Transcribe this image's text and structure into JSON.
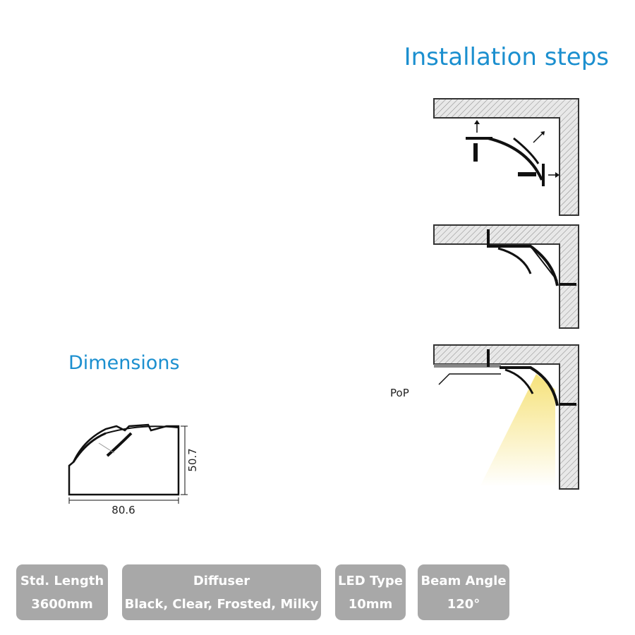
{
  "installation": {
    "title": "Installation steps",
    "pop_label": "PoP"
  },
  "dimensions": {
    "title": "Dimensions",
    "width": "80.6",
    "height": "50.7"
  },
  "specs": [
    {
      "label": "Std. Length",
      "value": "3600mm"
    },
    {
      "label": "Diffuser",
      "value": "Black, Clear, Frosted, Milky"
    },
    {
      "label": "LED Type",
      "value": "10mm"
    },
    {
      "label": "Beam Angle",
      "value": "120°"
    }
  ],
  "colors": {
    "accent": "#1b8fcf",
    "spec_bg": "#a8a8a8",
    "light_beam": "#f6e27a"
  }
}
